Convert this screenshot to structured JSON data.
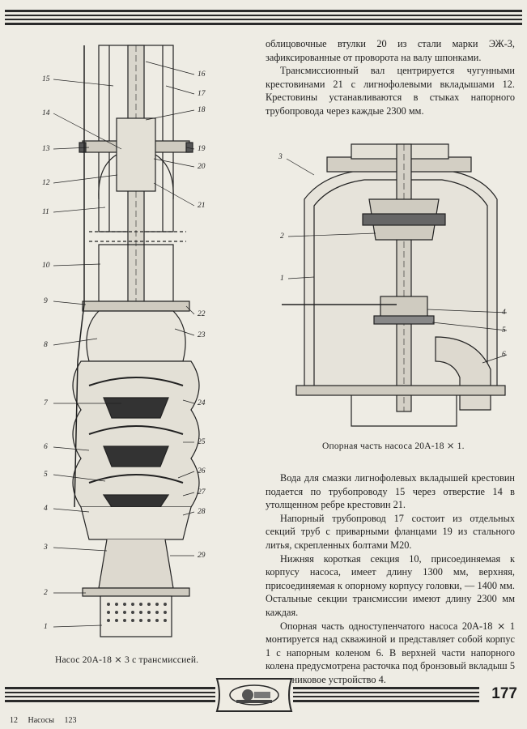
{
  "figure_left": {
    "caption": "Насос 20А-18 ⨯ 3 с трансмиссией.",
    "labels_left": [
      "15",
      "14",
      "13",
      "12",
      "11",
      "10",
      "9",
      "8",
      "7",
      "6",
      "5",
      "4",
      "3",
      "2",
      "1"
    ],
    "labels_right": [
      "16",
      "17",
      "18",
      "19",
      "20",
      "21",
      "22",
      "23",
      "24",
      "25",
      "26",
      "27",
      "28",
      "29"
    ]
  },
  "figure_right": {
    "caption": "Опорная часть насоса 20А-18 ⨯ 1.",
    "labels_left": [
      "3",
      "2",
      "1"
    ],
    "labels_right": [
      "4",
      "5",
      "6"
    ]
  },
  "text_top": [
    "облицовочные втулки 20 из стали марки ЭЖ-3, зафиксированные от проворота на валу шпонками.",
    "Трансмиссионный вал центрируется чугунными крестовинами 21 с лигнофолевыми вкладышами 12. Крестовины устанавливаются в стыках напорного трубопровода через каждые 2300 мм."
  ],
  "text_bottom": [
    "Вода для смазки лигнофолевых вкладышей крестовин подается по трубопроводу 15 через отверстие 14 в утолщенном ребре крестовин 21.",
    "Напорный трубопровод 17 состоит из отдельных секций труб с приварными фланцами 19 из стального литья, скрепленных болтами М20.",
    "Нижняя короткая секция 10, присоединяемая к корпусу насоса, имеет длину 1300 мм, верхняя, присоединяемая к опорному корпусу головки, — 1400 мм. Остальные секции трансмиссии имеют длину 2300 мм каждая.",
    "Опорная часть одноступенчатого насоса 20А-18 ⨯ 1 монтируется над скважиной и представляет собой корпус 1 с напорным коленом 6. В верхней части напорного колена предусмотрена расточка под бронзовый вкладыш 5 и сальниковое устройство 4."
  ],
  "page_number": "177",
  "footer": {
    "sig_number": "12",
    "sig_title": "Насосы",
    "sig_code": "123"
  }
}
